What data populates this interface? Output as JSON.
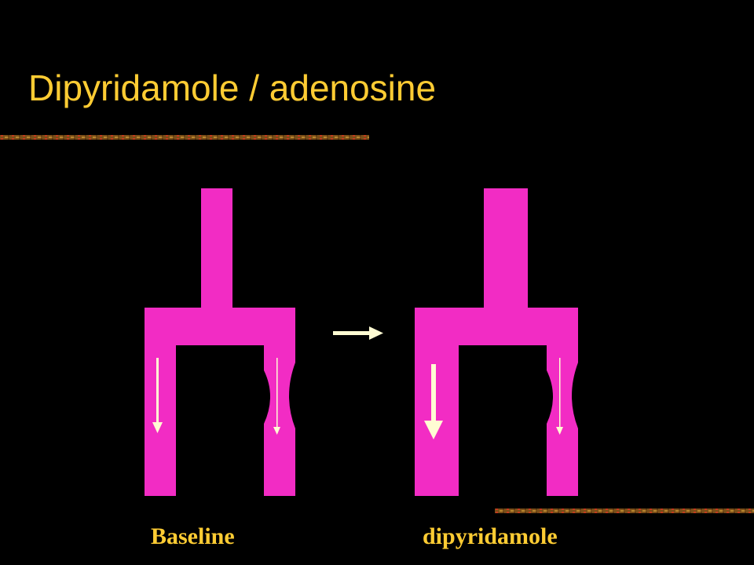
{
  "slide": {
    "title": "Dipyridamole / adenosine"
  },
  "panels": [
    {
      "label": "Baseline"
    },
    {
      "label": "dipyridamole"
    }
  ],
  "colors": {
    "title": "#FFCC33",
    "vessel": "#F22CC4",
    "arrow": "#FFFCD3",
    "label": "#FFCC33",
    "background": "#000000",
    "divider": "#8A5A1C"
  }
}
